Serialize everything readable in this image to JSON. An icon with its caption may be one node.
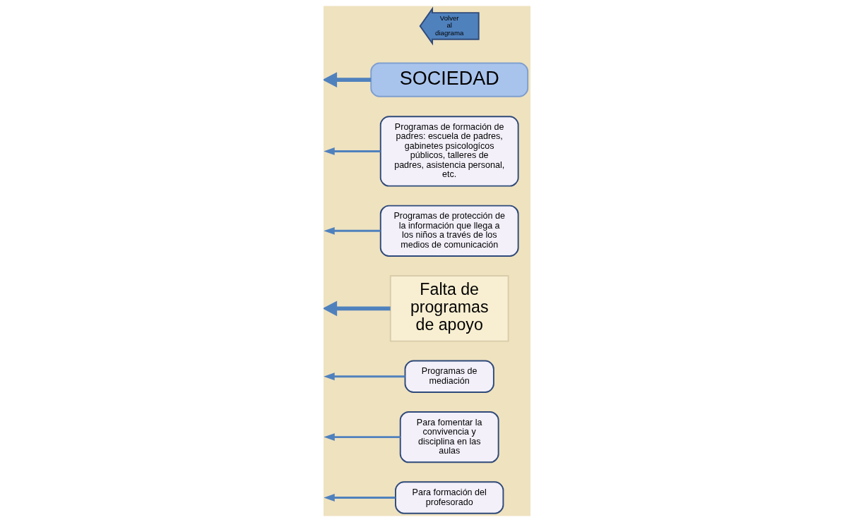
{
  "diagram": {
    "nodes": [
      {
        "text": [
          "Para formación del profesorado"
        ]
      },
      {
        "text": [
          "Para fomentar la convivencia y disciplina en las aulas"
        ]
      },
      {
        "text": [
          "Programas de mediación"
        ]
      },
      {
        "text": [
          "Falta de programas de apoyo"
        ]
      },
      {
        "text": [
          "Programas de protección de la información que llega a los niños a través de los medios de comunicación"
        ]
      },
      {
        "text": [
          "Programas de formación de padres: escuela de padres, gabinetes psicologícos públicos, talleres de padres, asistencia personal, etc."
        ]
      },
      {
        "text": [
          "SOCIEDAD"
        ]
      },
      {
        "text": [
          "Volver al diagrama"
        ]
      }
    ],
    "edges": [
      {
        "from": 3,
        "to": null,
        "arrow": "to",
        "style": "thick"
      },
      {
        "from": 0,
        "to": null,
        "arrow": "to"
      },
      {
        "from": 1,
        "to": null,
        "arrow": "to"
      },
      {
        "from": 2,
        "to": null,
        "arrow": "to"
      },
      {
        "from": 4,
        "to": null,
        "arrow": "to"
      },
      {
        "from": 5,
        "to": null,
        "arrow": "to"
      },
      {
        "from": 6,
        "to": null,
        "arrow": "to",
        "style": "thick"
      }
    ]
  }
}
